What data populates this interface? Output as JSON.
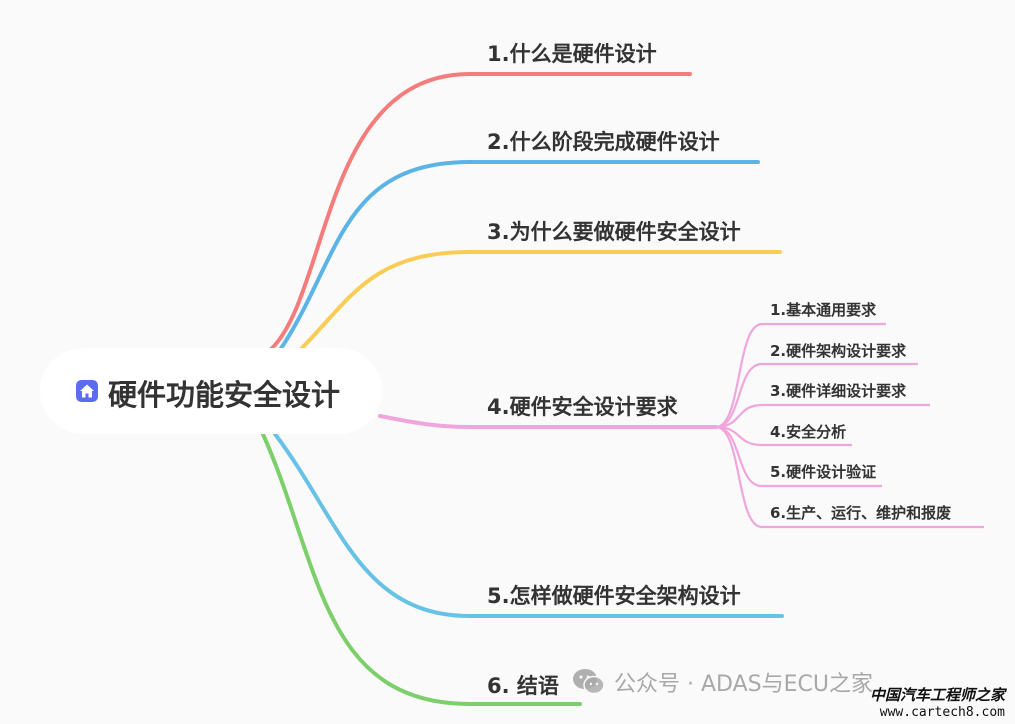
{
  "colors": {
    "branch1": "#f47c7c",
    "branch2": "#5ab4e8",
    "branch3": "#f9cd55",
    "branch4": "#f0a6dc",
    "branch5": "#68c2e6",
    "branch6": "#7ccf6a",
    "icon": "#5b6cf0"
  },
  "root": {
    "icon": "home-icon",
    "label": "硬件功能安全设计"
  },
  "branches": [
    {
      "label": "1.什么是硬件设计"
    },
    {
      "label": "2.什么阶段完成硬件设计"
    },
    {
      "label": "3.为什么要做硬件安全设计"
    },
    {
      "label": "4.硬件安全设计要求",
      "children": [
        "1.基本通用要求",
        "2.硬件架构设计要求",
        "3.硬件详细设计要求",
        "4.安全分析",
        "5.硬件设计验证",
        "6.生产、运行、维护和报废"
      ]
    },
    {
      "label": "5.怎样做硬件安全架构设计"
    },
    {
      "label": "6. 结语"
    }
  ],
  "watermark": {
    "icon": "wechat-icon",
    "text": "公众号 · ADAS与ECU之家"
  },
  "site": {
    "title": "中国汽车工程师之家",
    "url": "www.cartech8.com"
  }
}
